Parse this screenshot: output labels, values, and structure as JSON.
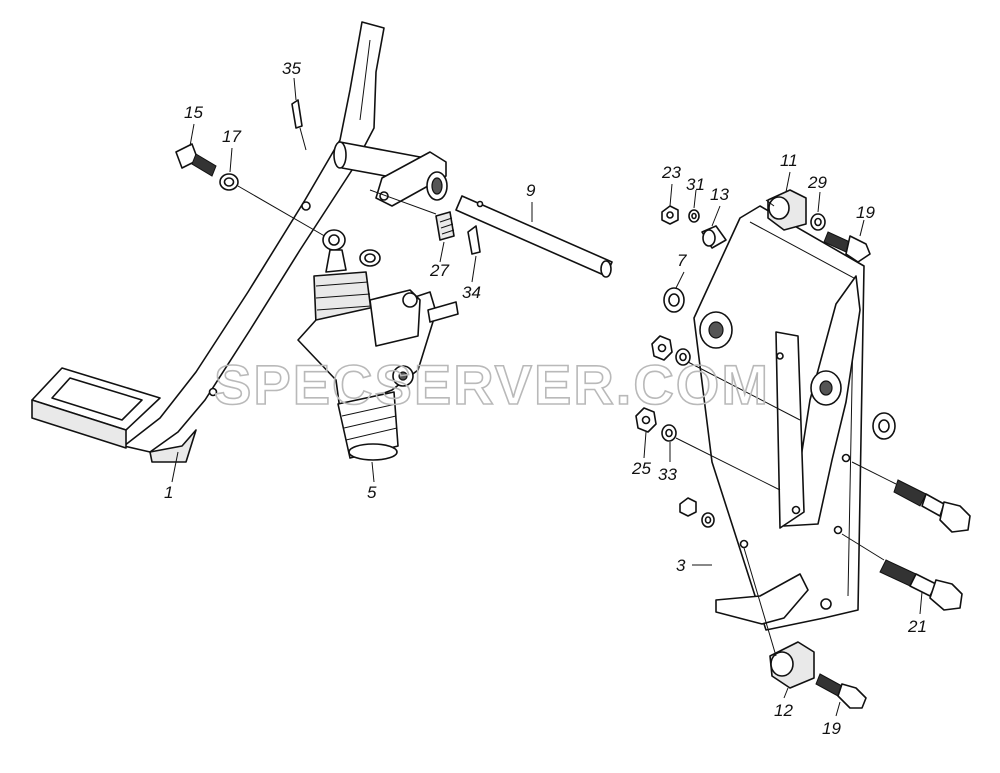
{
  "diagram": {
    "watermark": "SPECSERVER.COM",
    "callouts": {
      "c1": "1",
      "c3": "3",
      "c5": "5",
      "c7": "7",
      "c9": "9",
      "c11": "11",
      "c12": "12",
      "c13": "13",
      "c15": "15",
      "c17": "17",
      "c19a": "19",
      "c19b": "19",
      "c21": "21",
      "c23": "23",
      "c25": "25",
      "c27": "27",
      "c29": "29",
      "c31": "31",
      "c33": "33",
      "c34": "34",
      "c35": "35"
    }
  }
}
